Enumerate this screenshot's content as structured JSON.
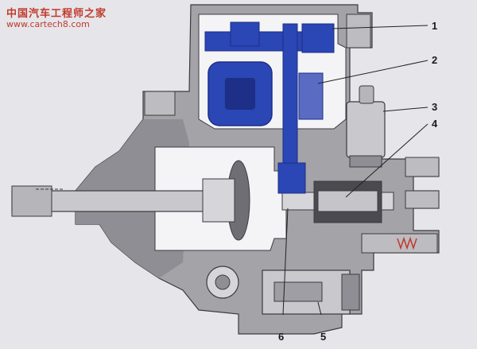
{
  "watermark": {
    "site_name": "中国汽车工程师之家",
    "url": "www.cartech8.com"
  },
  "callouts": [
    "1",
    "2",
    "3",
    "4",
    "5",
    "6"
  ],
  "colors": {
    "background": "#e6e6ea",
    "housing": "#a3a3a8",
    "housing_dark": "#8e8e94",
    "cavity": "#f4f4f6",
    "highlight_blue": "#2b46b5",
    "highlight_dark": "#1d2f86",
    "outline": "#3b3b3f",
    "leader_line": "#222222",
    "watermark": "#c0392b"
  }
}
